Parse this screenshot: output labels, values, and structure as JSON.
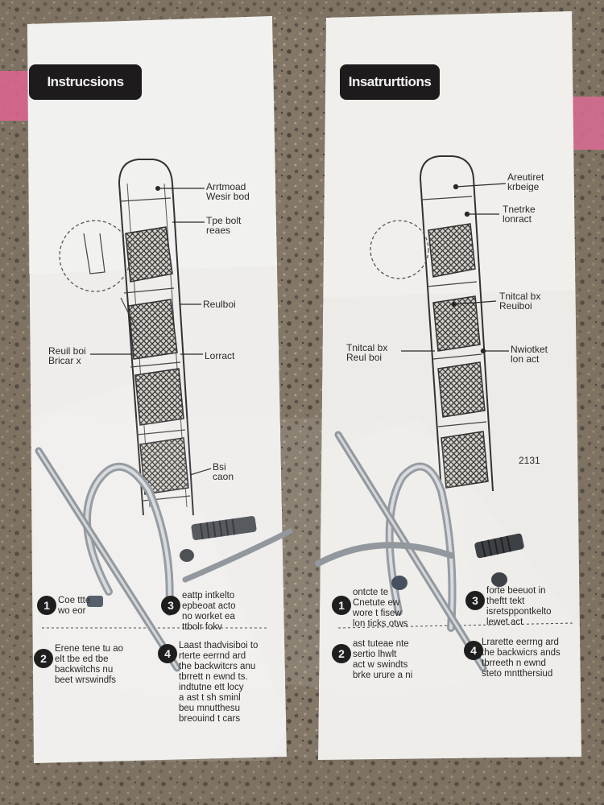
{
  "left_sheet": {
    "title": "Instrucsions",
    "labels": [
      "Arrtmoad\nWesir bod",
      "Tpe bolt\nreaes",
      "Reulboi",
      "Reuil boi\nBricar x",
      "Lorract",
      "Bsi\ncaon"
    ],
    "steps": [
      {
        "num": "1",
        "text": "Coe ttte\nwo eor"
      },
      {
        "num": "2",
        "text": "Erene tene tu ao\nelt tbe ed tbe\nbackwitchs nu\nbeet wrswindfs"
      },
      {
        "num": "3",
        "text": "eattp intkelto\nepbeoat acto\nno worket ea\nttbolr fokv"
      },
      {
        "num": "4",
        "text": "Laast thadvisiboi to\nrterte eerrnd ard\nthe backwitcrs anu\ntbrrett n ewnd ts.\nindtutne ett locy\na ast t sh sminl\nbeu mnutthesu\nbreouind t cars"
      }
    ]
  },
  "right_sheet": {
    "title": "Insatrurttions",
    "labels": [
      "Areutiret\nkrbeige",
      "Tnetrke\nlonract",
      "Tnitcal bx\nReuiboi",
      "Tnitcal bx\nReul boi",
      "Nwiotket\nlon act",
      "2131"
    ],
    "steps": [
      {
        "num": "1",
        "text": "ontcte te\nCnetute ew\nwore t fisew\nlon ticks otws"
      },
      {
        "num": "2",
        "text": "ast tuteae nte\nsertio lhwlt\nact w swindts\nbrke urure a ni"
      },
      {
        "num": "3",
        "text": "forte beeuot in\ntheftt tekt\nisretsppontkelto\nlewet act"
      },
      {
        "num": "4",
        "text": "Lrarette eerrng ard\nthe backwicrs ands\ntbrreeth n ewnd\nsteto mntthersiud"
      }
    ]
  },
  "colors": {
    "countertop": "#847a6c",
    "paper": "#eeedeb",
    "ink": "#2b2928",
    "title_tab": "#1d1b1b",
    "pink_tape": "#d9668f",
    "mesh_panel": "#6f6b67",
    "steel_ring": "#b9bec4"
  }
}
